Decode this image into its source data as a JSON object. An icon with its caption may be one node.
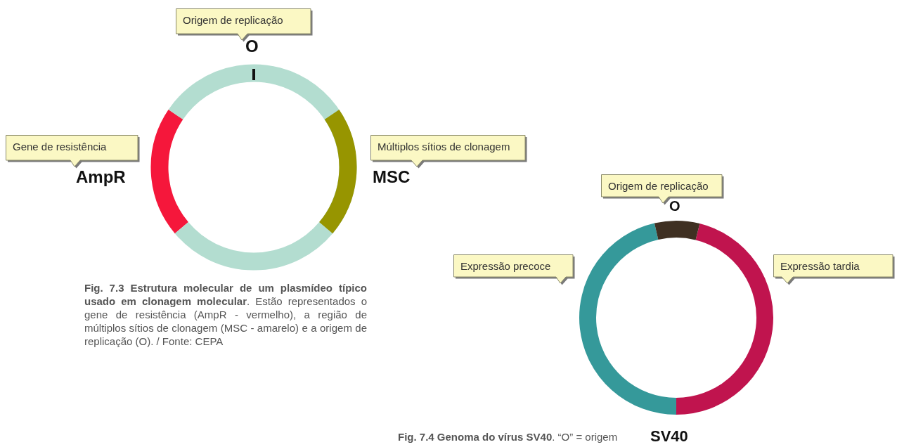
{
  "diagram": {
    "nodes": [
      {
        "text": [
          "Origem de replicação"
        ]
      },
      {
        "text": [
          "Gene de resistência"
        ]
      },
      {
        "text": [
          "Múltiplos sítios de clonagem"
        ]
      },
      {
        "text": [
          "Origem de replicação"
        ]
      },
      {
        "text": [
          "Expressão precoce"
        ]
      },
      {
        "text": [
          "Expressão tardia"
        ]
      }
    ],
    "labels": [
      "O",
      "AmpR",
      "MSC",
      "O",
      "SV40",
      "**Fig. 7.3 Estrutura molecular de um plasmídeo típico usado em clonagem molecular**. Estão representados o gene de resistência (AmpR - vermelho), a região de múltiplos sítios de clonagem (MSC - amarelo) e a origem de replicação (O). / Fonte: CEPA",
      "**Fig. 7.4 Genoma do vírus SV40**. “O” = origem"
    ]
  }
}
